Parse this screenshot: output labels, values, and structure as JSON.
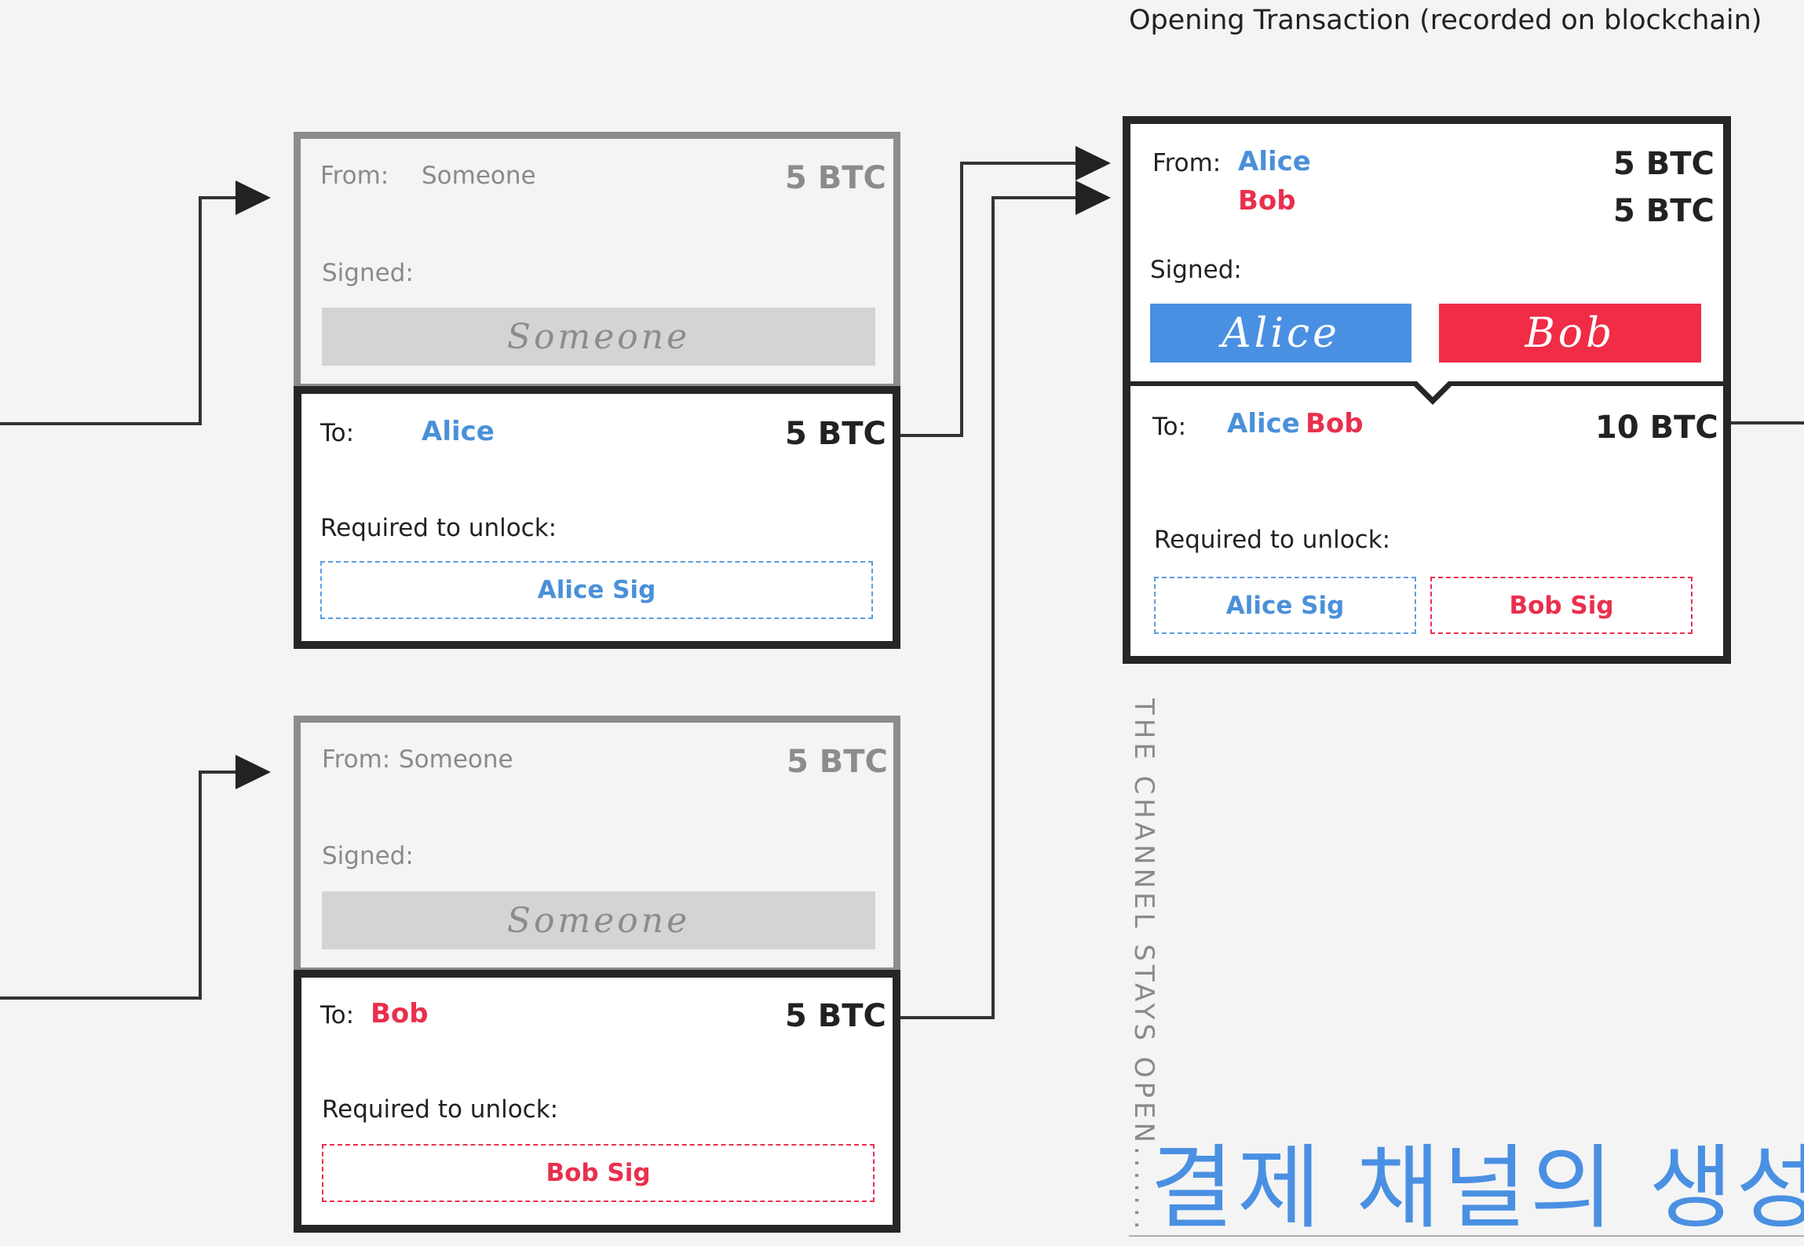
{
  "header": {
    "title": "Opening Transaction (recorded on blockchain)"
  },
  "tx1_input": {
    "from_label": "From:",
    "from_name": "Someone",
    "amount": "5 BTC",
    "signed_label": "Signed:",
    "signature": "Someone"
  },
  "tx1_output": {
    "to_label": "To:",
    "to_name": "Alice",
    "amount": "5 BTC",
    "required_label": "Required to unlock:",
    "required_sig": "Alice Sig"
  },
  "tx2_input": {
    "from_label": "From:",
    "from_name": "Someone",
    "amount": "5 BTC",
    "signed_label": "Signed:",
    "signature": "Someone"
  },
  "tx2_output": {
    "to_label": "To:",
    "to_name": "Bob",
    "amount": "5 BTC",
    "required_label": "Required to unlock:",
    "required_sig": "Bob Sig"
  },
  "opening_input": {
    "from_label": "From:",
    "from_name_1": "Alice",
    "from_name_2": "Bob",
    "amount_1": "5 BTC",
    "amount_2": "5 BTC",
    "signed_label": "Signed:",
    "signature_1": "Alice",
    "signature_2": "Bob"
  },
  "opening_output": {
    "to_label": "To:",
    "to_name_1": "Alice",
    "to_name_2": "Bob",
    "amount": "10 BTC",
    "required_label": "Required to unlock:",
    "required_sig_1": "Alice Sig",
    "required_sig_2": "Bob Sig"
  },
  "side_note": "THE CHANNEL STAYS OPEN..........T",
  "caption": "결제 채널의 생성",
  "colors": {
    "alice": "#4a90e2",
    "bob": "#f02c46",
    "gray": "#8c8c8c",
    "dark": "#262626"
  }
}
